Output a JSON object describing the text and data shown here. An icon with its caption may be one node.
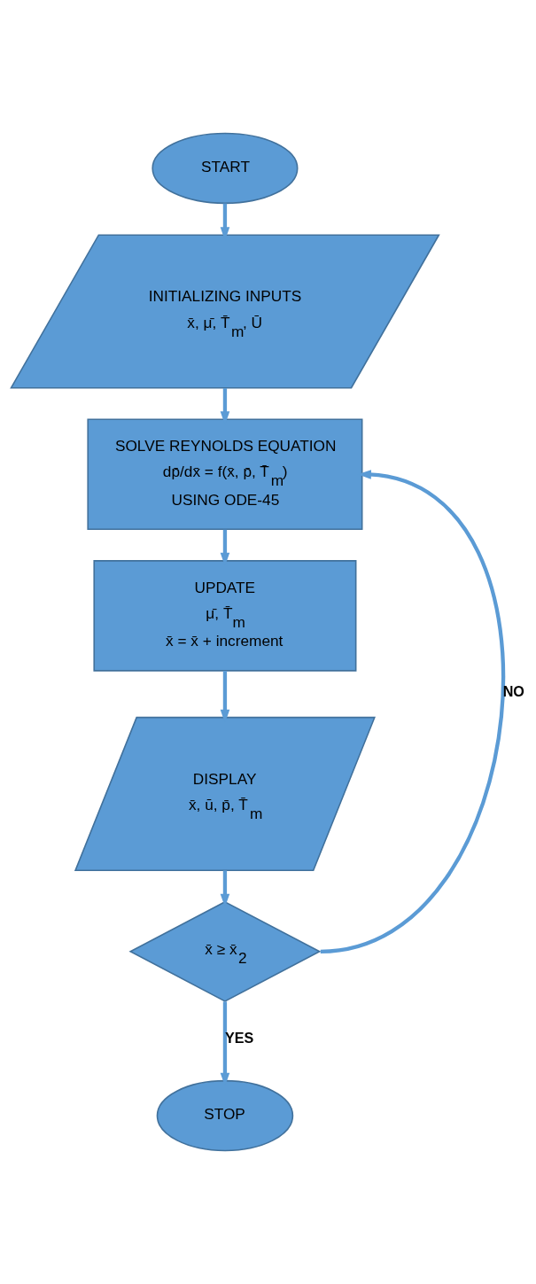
{
  "diagram": {
    "nodes": [
      {
        "text": [
          "START"
        ]
      },
      {
        "text": [
          "INITIALIZING INPUTS",
          "x̄, μ̄, T̄$_{m}$, Ū"
        ]
      },
      {
        "text": [
          "SOLVE REYNOLDS EQUATION",
          "dp̄/dx̄ = f(x̄, p̄, T̄$_{m}$)",
          "USING ODE-45"
        ]
      },
      {
        "text": [
          "UPDATE",
          "μ̄, T̄$_{m}$",
          "x̄ = x̄ + increment"
        ]
      },
      {
        "text": [
          "DISPLAY",
          "x̄, ū, p̄, T̄$_{m}$"
        ]
      },
      {
        "text": [
          "x̄ ≥ x̄$_{2}$"
        ]
      },
      {
        "text": [
          "STOP"
        ]
      }
    ],
    "edges": [
      {
        "from": 0,
        "to": 1,
        "arrow": "to"
      },
      {
        "from": 1,
        "to": 2,
        "arrow": "to"
      },
      {
        "from": 2,
        "to": 3,
        "arrow": "to"
      },
      {
        "from": 3,
        "to": 4,
        "arrow": "to"
      },
      {
        "from": 4,
        "to": 5,
        "arrow": "to"
      },
      {
        "from": 5,
        "to": 6,
        "arrow": "to",
        "label": "YES"
      },
      {
        "from": 5,
        "to": 2,
        "arrow": "to",
        "label": "NO"
      }
    ]
  }
}
